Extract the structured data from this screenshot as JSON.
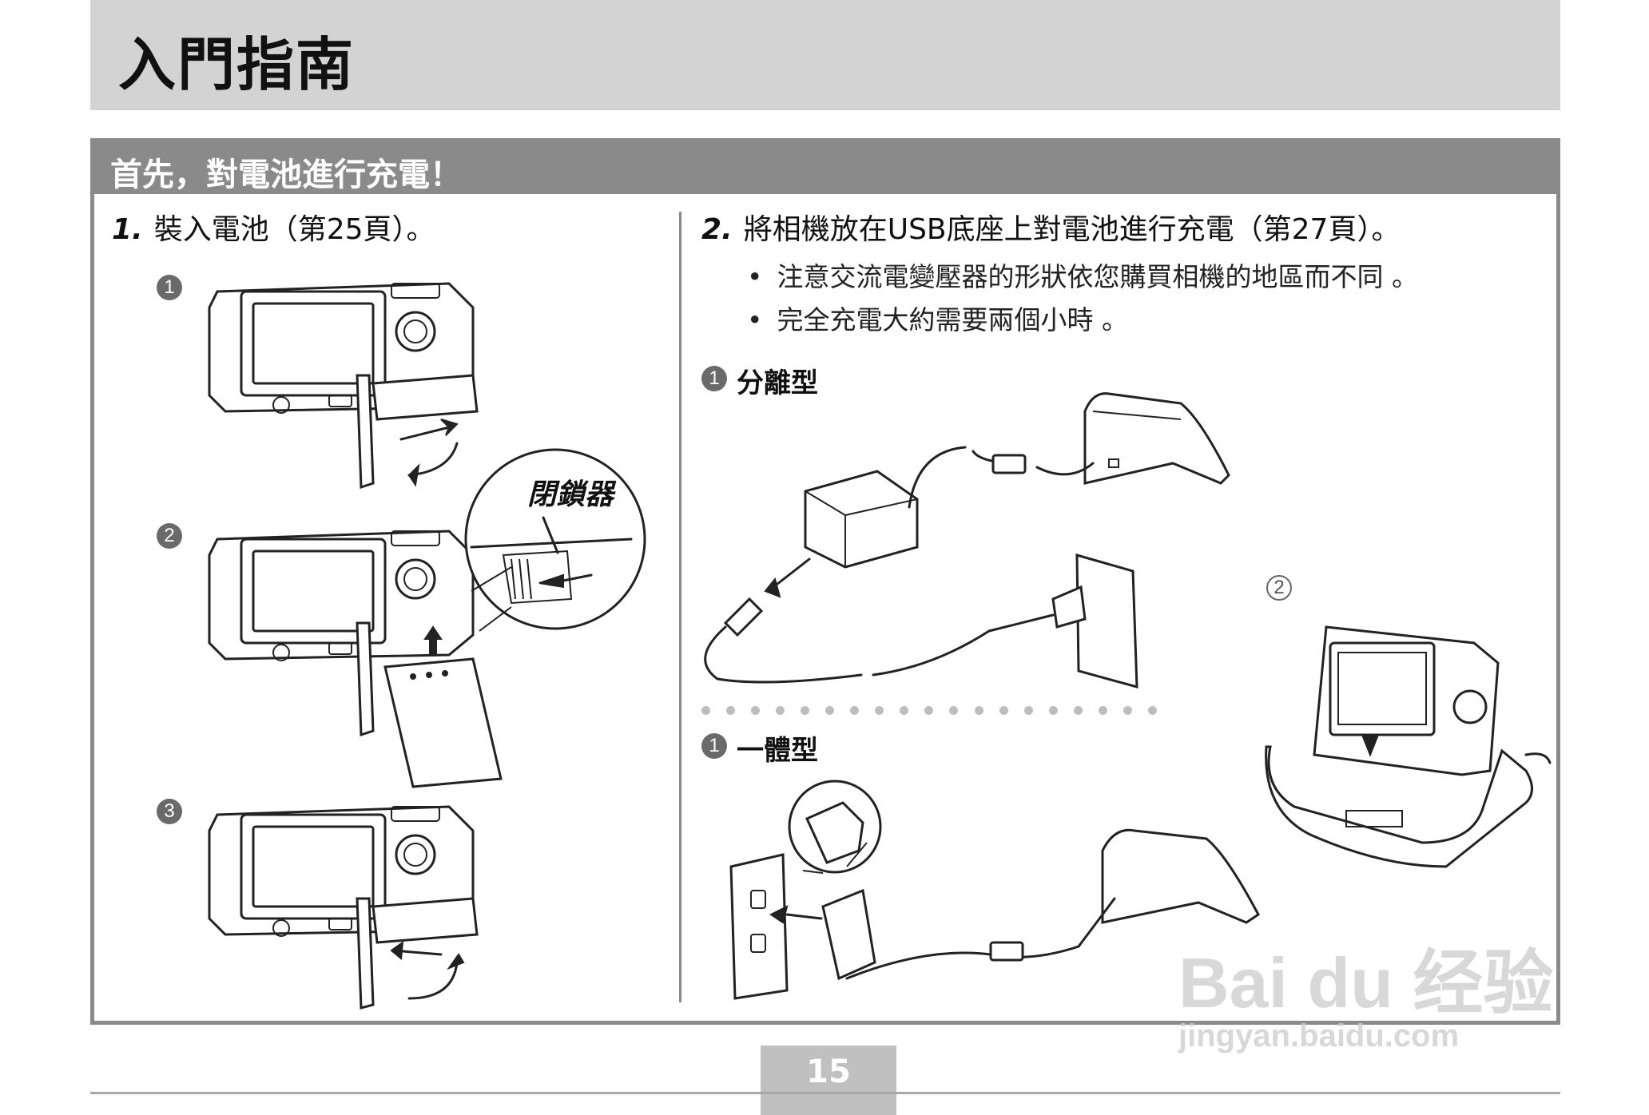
{
  "page_title": "入門指南",
  "section_heading": "首先，對電池進行充電！",
  "step1": {
    "num": "1.",
    "text": "裝入電池（第25頁）。"
  },
  "step2": {
    "num": "2.",
    "text": "將相機放在USB底座上對電池進行充電（第27頁）。"
  },
  "bullets": [
    "注意交流電變壓器的形狀依您購買相機的地區而不同 。",
    "完全充電大約需要兩個小時 。"
  ],
  "bullet_symbol": "•",
  "markers": {
    "m1": "1",
    "m2": "2",
    "m3": "3"
  },
  "latch_label": "閉鎖器",
  "adapter_types": {
    "separate": "分離型",
    "integrated": "一體型"
  },
  "page_number": "15",
  "watermark": {
    "brand": "Bai du 经验",
    "url": "jingyan.baidu.com"
  }
}
